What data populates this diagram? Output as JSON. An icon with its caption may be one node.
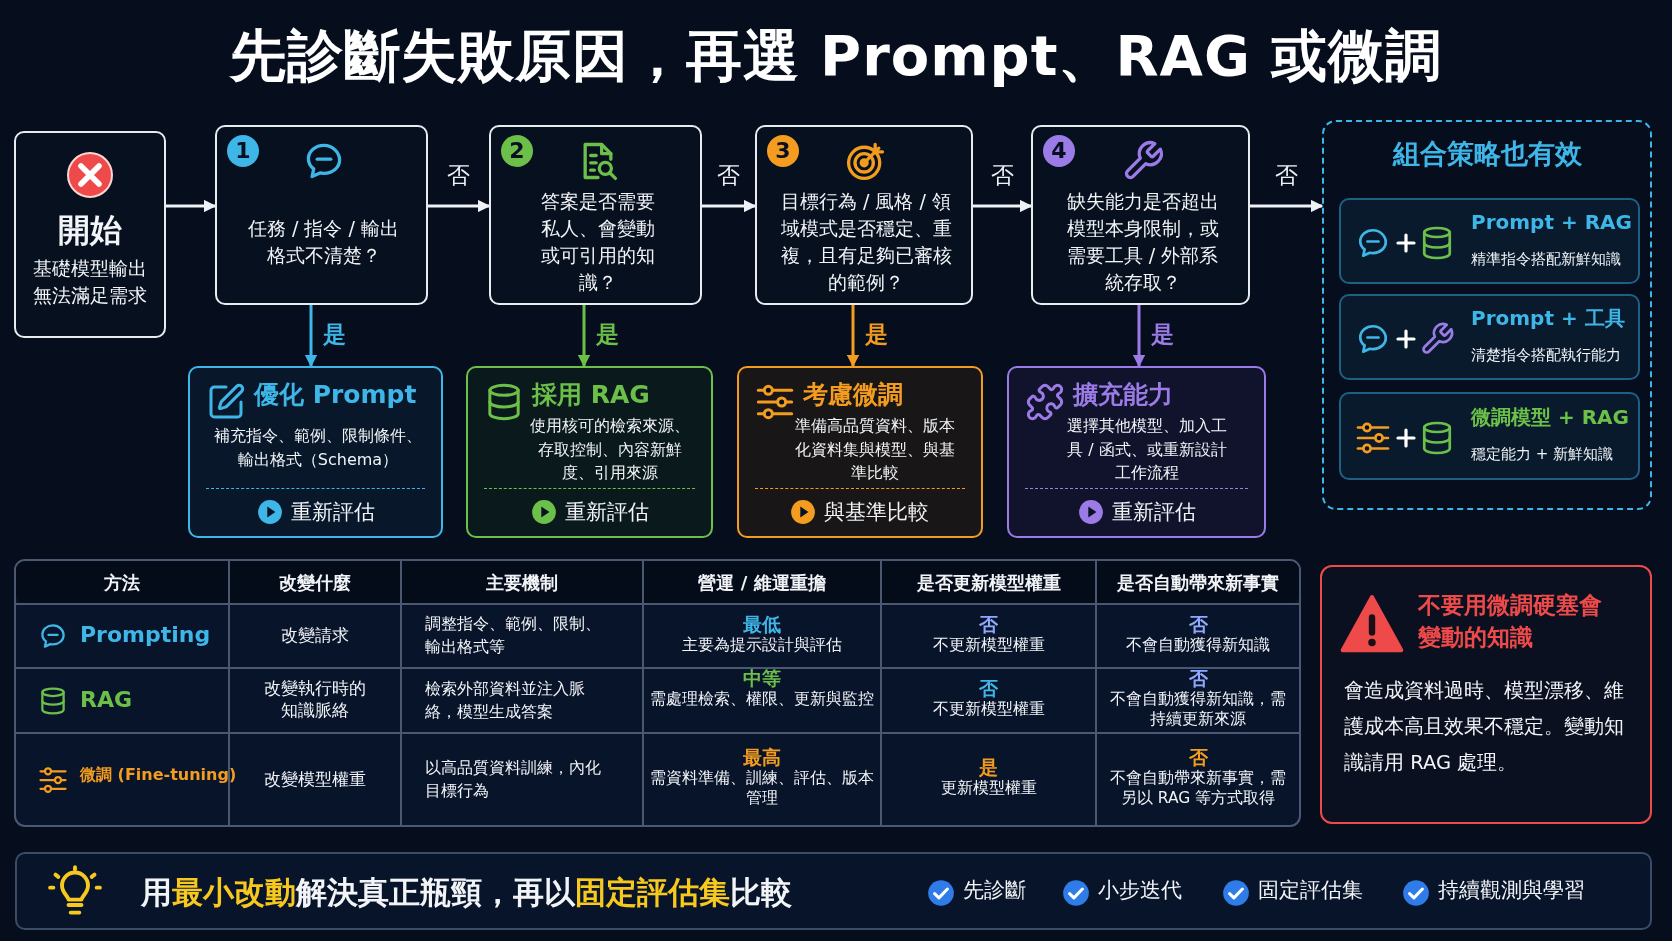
{
  "diagram": {
    "title": "先診斷失敗原因，再選 Prompt、RAG 或微調",
    "nodes": [
      {
        "text": [
          "開始",
          "基礎模型輸出無法滿足需求"
        ]
      },
      {
        "text": [
          "1",
          "任務 / 指令 / 輸出格式不清楚？"
        ]
      },
      {
        "text": [
          "2",
          "答案是否需要私人、會變動或可引用的知識？"
        ]
      },
      {
        "text": [
          "3",
          "目標行為 / 風格 / 領域模式是否穩定、重複，且有足夠已審核的範例？"
        ]
      },
      {
        "text": [
          "4",
          "缺失能力是否超出模型本身限制，或需要工具 / 外部系統存取？"
        ]
      },
      {
        "text": [
          "組合策略也有效"
        ]
      },
      {
        "text": [
          "Prompt + RAG",
          "精準指令搭配新鮮知識"
        ],
        "in": 5
      },
      {
        "text": [
          "Prompt + 工具",
          "清楚指令搭配執行能力"
        ],
        "in": 5
      },
      {
        "text": [
          "微調模型 + RAG",
          "穩定能力 + 新鮮知識"
        ],
        "in": 5
      },
      {
        "text": [
          "優化 Prompt",
          "補充指令、範例、限制條件、輸出格式（Schema）",
          "重新評估"
        ]
      },
      {
        "text": [
          "採用 RAG",
          "使用核可的檢索來源、存取控制、內容新鮮度、引用來源",
          "重新評估"
        ]
      },
      {
        "text": [
          "考慮微調",
          "準備高品質資料、版本化資料集與模型、與基準比較",
          "與基準比較"
        ]
      },
      {
        "text": [
          "擴充能力",
          "選擇其他模型、加入工具 / 函式、或重新設計工作流程",
          "重新評估"
        ]
      },
      {
        "text": [
          "不要用微調硬塞會變動的知識",
          "會造成資料過時、模型漂移、維護成本高且效果不穩定。變動知識請用 RAG 處理。"
        ]
      },
      {
        "text": [
          "用**最小改動**解決真正瓶頸，再以**固定評估集**比較",
          "先診斷",
          "小步迭代",
          "固定評估集",
          "持續觀測與學習"
        ]
      }
    ],
    "edges": [
      {
        "from": 0,
        "to": 1,
        "arrow": "to"
      },
      {
        "from": 1,
        "to": 2,
        "arrow": "to",
        "label": "否"
      },
      {
        "from": 2,
        "to": 3,
        "arrow": "to",
        "label": "否"
      },
      {
        "from": 3,
        "to": 4,
        "arrow": "to",
        "label": "否"
      },
      {
        "from": 4,
        "to": 5,
        "arrow": "to",
        "label": "否"
      },
      {
        "from": 1,
        "to": 9,
        "arrow": "to",
        "label": "是",
        "color": "#3fb6e8"
      },
      {
        "from": 2,
        "to": 10,
        "arrow": "to",
        "label": "是",
        "color": "#6cc04a"
      },
      {
        "from": 3,
        "to": 11,
        "arrow": "to",
        "label": "是",
        "color": "#f39c1f"
      },
      {
        "from": 4,
        "to": 12,
        "arrow": "to",
        "label": "是",
        "color": "#9b7be6"
      }
    ],
    "labels": [
      "方法",
      "改變什麼",
      "主要機制",
      "營運 / 維運重擔",
      "是否更新模型權重",
      "是否自動帶來新事實",
      "Prompting",
      "改變請求",
      "調整指令、範例、限制、輸出格式等",
      "最低",
      "主要為提示設計與評估",
      "否",
      "不更新模型權重",
      "否",
      "不會自動獲得新知識",
      "RAG",
      "改變執行時的知識脈絡",
      "檢索外部資料並注入脈絡，模型生成答案",
      "中等",
      "需處理檢索、權限、更新與監控",
      "否",
      "不更新模型權重",
      "否",
      "不會自動獲得新知識，需持續更新來源",
      "微調 (Fine-tuning)",
      "改變模型權重",
      "以高品質資料訓練，內化目標行為",
      "最高",
      "需資料準備、訓練、評估、版本管理",
      "是",
      "更新模型權重",
      "否",
      "不會自動帶來新事實，需另以 RAG 等方式取得"
    ]
  }
}
